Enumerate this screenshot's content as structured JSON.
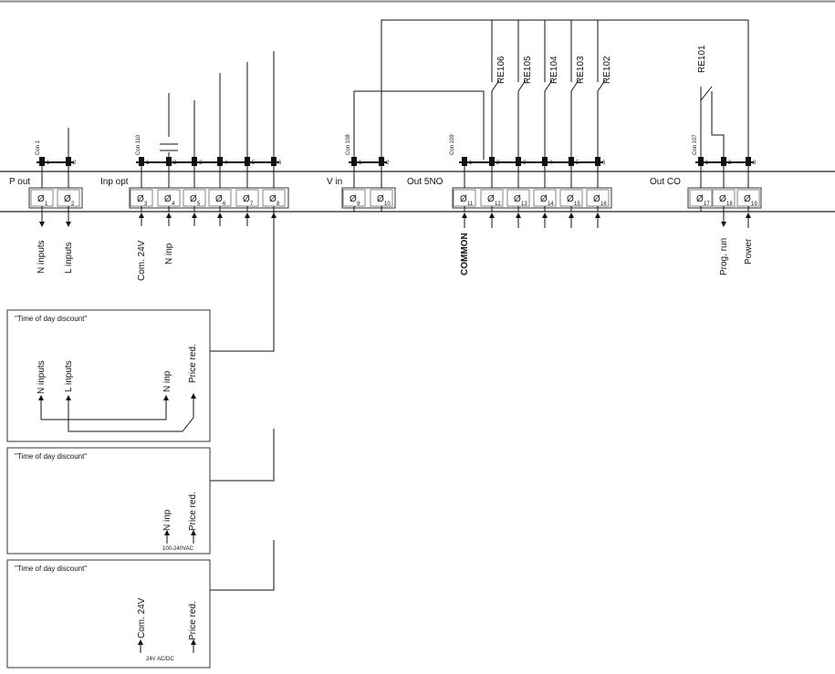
{
  "groups": [
    {
      "id": "p-out",
      "label": "P out",
      "connector": "Con 1",
      "pins": [
        "1",
        "2"
      ],
      "terminals": [
        "1",
        "2"
      ]
    },
    {
      "id": "inp-opt",
      "label": "Inp opt",
      "connector": "Con 110",
      "pins": [
        "1",
        "2",
        "3",
        "4",
        "5",
        "6"
      ],
      "terminals": [
        "3",
        "4",
        "5",
        "6",
        "7",
        "8"
      ]
    },
    {
      "id": "v-in",
      "label": "V in",
      "connector": "Con 108",
      "pins": [
        "1",
        "2"
      ],
      "terminals": [
        "9",
        "10"
      ]
    },
    {
      "id": "out-5no",
      "label": "Out 5NO",
      "connector": "Con 109",
      "pins": [
        "1",
        "2",
        "3",
        "4",
        "5",
        "6"
      ],
      "terminals": [
        "11",
        "12",
        "13",
        "14",
        "15",
        "16"
      ]
    },
    {
      "id": "out-co",
      "label": "Out CO",
      "connector": "Con 107",
      "pins": [
        "1",
        "2",
        "3"
      ],
      "terminals": [
        "17",
        "18",
        "19"
      ]
    }
  ],
  "terminal_symbol": "Ø",
  "relays": [
    "RE106",
    "RE105",
    "RE104",
    "RE103",
    "RE102",
    "RE101"
  ],
  "bottom_labels": {
    "n_inputs": "N inputs",
    "l_inputs": "L inputs",
    "com_24v": "Com. 24V",
    "n_inp": "N inp",
    "common": "COMMON",
    "prog_run": "Prog. run",
    "power": "Power"
  },
  "discount_boxes": [
    {
      "title": "\"Time of day discount\"",
      "labels": [
        "N inputs",
        "L inputs",
        "N inp",
        "Price red."
      ]
    },
    {
      "title": "\"Time of day discount\"",
      "labels": [
        "N inp",
        "Price red."
      ],
      "note": "100-240VAC"
    },
    {
      "title": "\"Time of day discount\"",
      "labels": [
        "Com. 24V",
        "Price red."
      ],
      "note": "24V AC/DC"
    }
  ]
}
